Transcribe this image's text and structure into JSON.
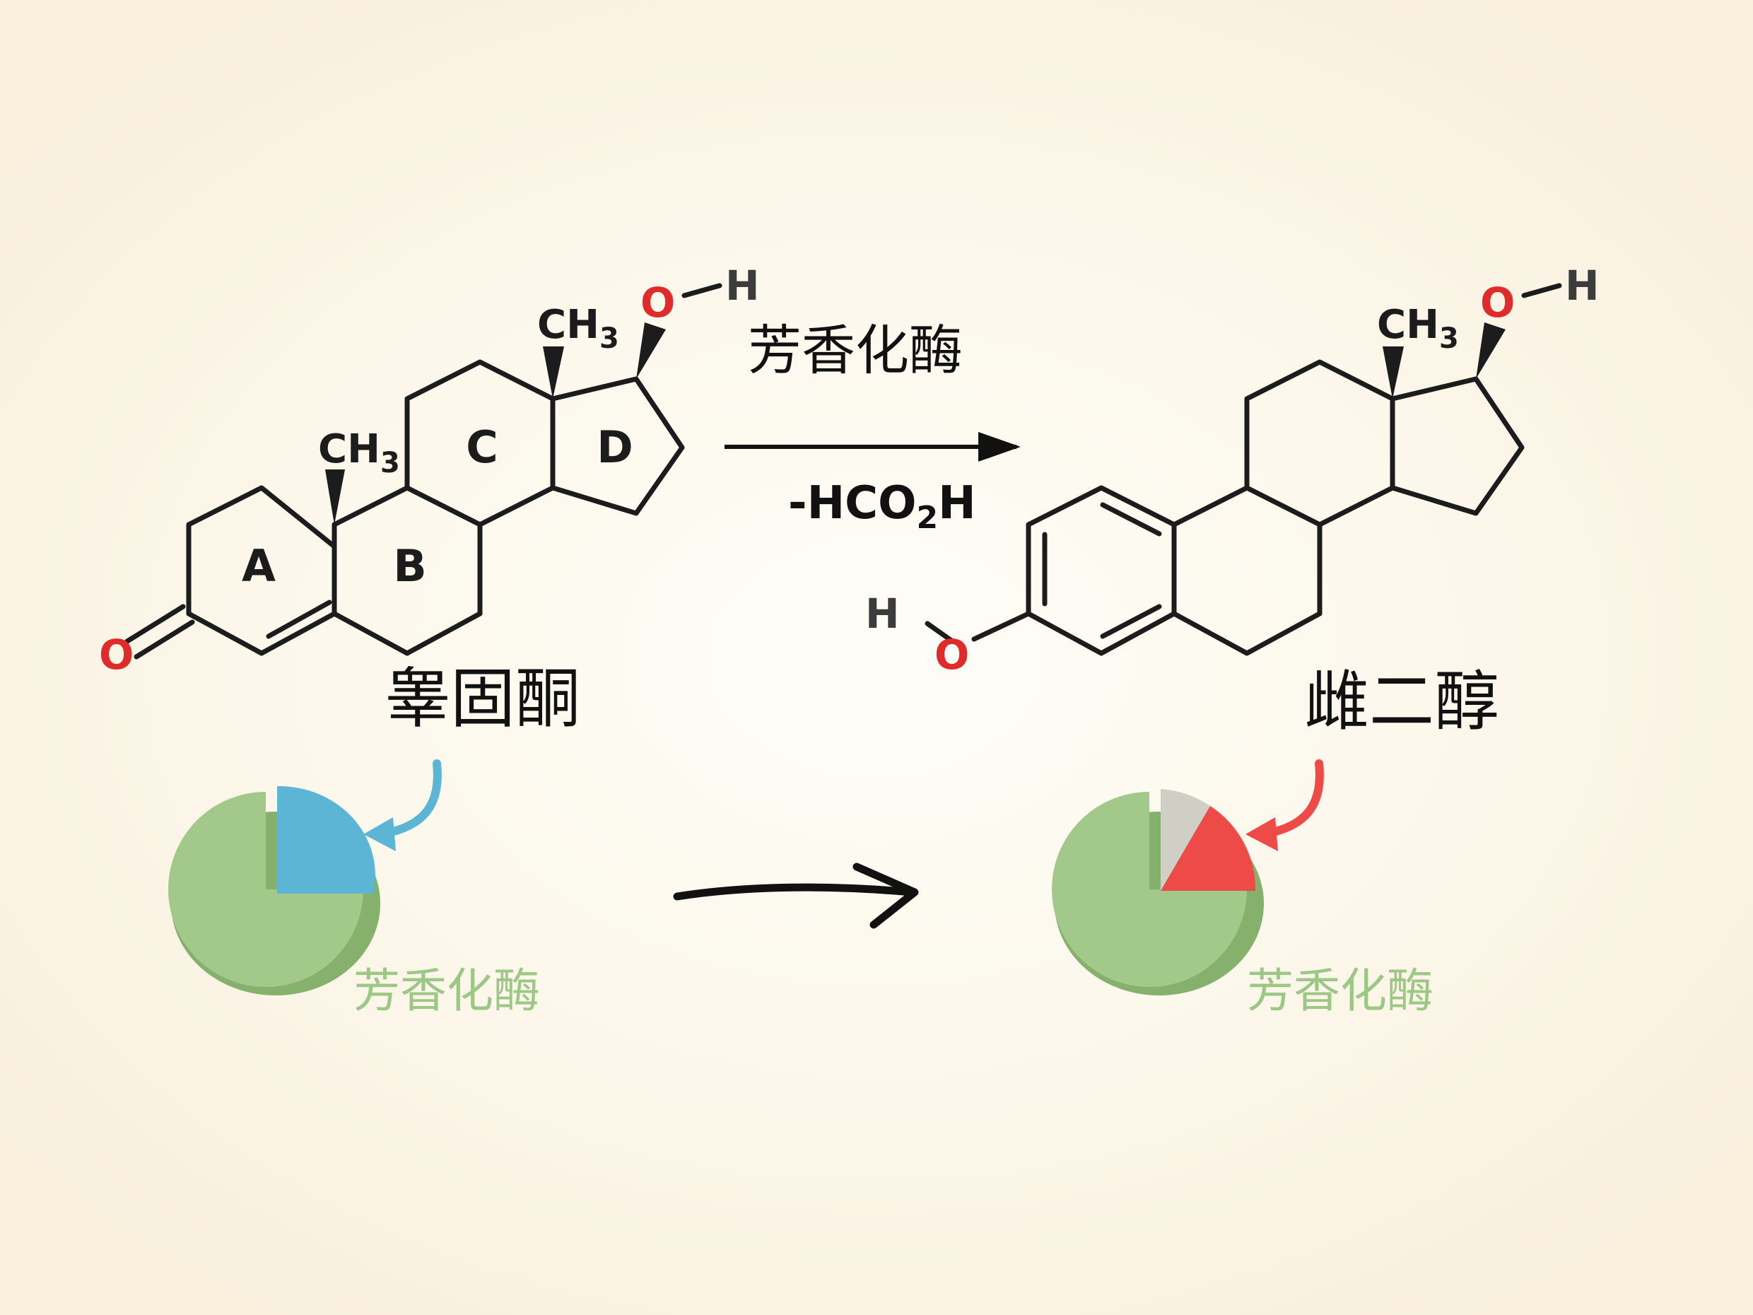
{
  "reaction": {
    "enzyme_label": "芳香化酶",
    "byproduct_label": "-HCO",
    "byproduct_subscript": "2",
    "byproduct_suffix": "H"
  },
  "testosterone": {
    "name": "睾固酮",
    "rings": [
      "A",
      "B",
      "C",
      "D"
    ],
    "methyl_prefix": "CH",
    "methyl_subscript": "3",
    "oxygen": "O",
    "hydrogen": "H"
  },
  "estradiol": {
    "name": "雌二醇",
    "methyl_prefix": "CH",
    "methyl_subscript": "3",
    "oxygen": "O",
    "hydrogen": "H"
  },
  "pies": {
    "left_label": "芳香化酶",
    "right_label": "芳香化酶",
    "colors": {
      "pie_main": "#a3c98a",
      "pie_shadow": "#86b16c",
      "left_slice": "#5db5d6",
      "right_slice": "#ee4a48",
      "right_grey": "#cfcfc6"
    }
  }
}
